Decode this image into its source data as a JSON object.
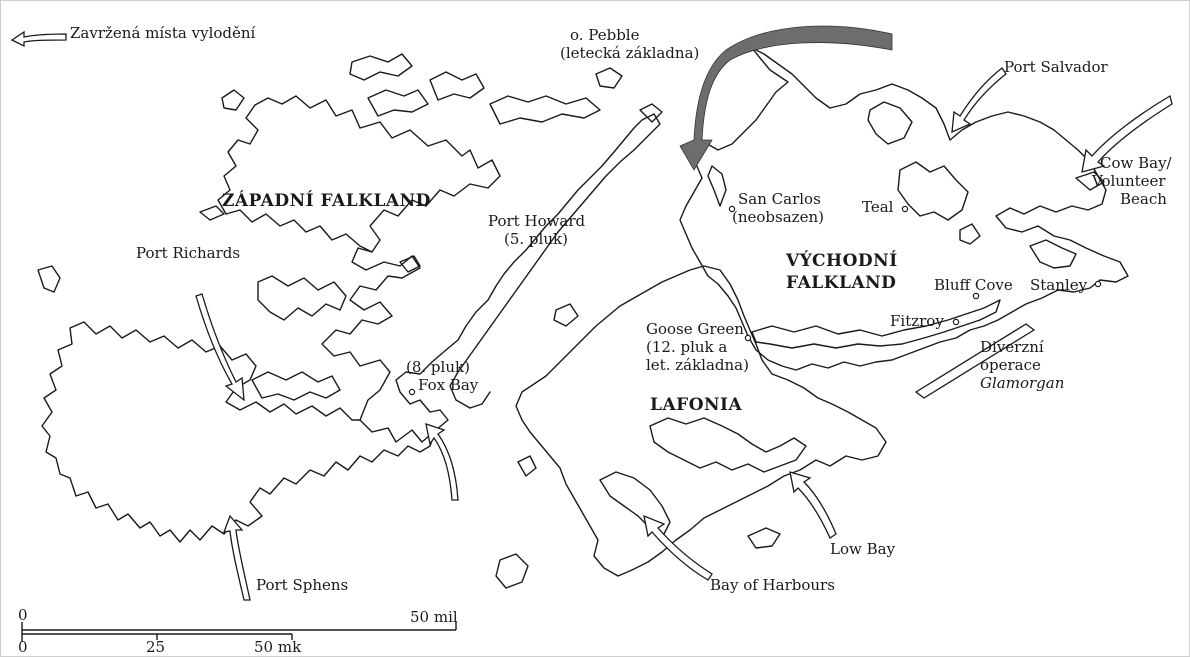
{
  "legend": {
    "rejected_landing_sites": "Zavržená místa vylodění"
  },
  "regions": {
    "west_falkland": "ZÁPADNÍ FALKLAND",
    "east_falkland_line1": "VÝCHODNÍ",
    "east_falkland_line2": "FALKLAND",
    "lafonia": "LAFONIA"
  },
  "places": {
    "pebble_line1": "o. Pebble",
    "pebble_line2": "(letecká základna)",
    "port_salvador": "Port Salvador",
    "cow_bay_line1": "Cow Bay/",
    "cow_bay_line2": "Volunteer",
    "cow_bay_line3": "Beach",
    "san_carlos_line1": "San Carlos",
    "san_carlos_line2": "(neobsazen)",
    "teal": "Teal",
    "port_howard_line1": "Port Howard",
    "port_howard_line2": "(5. pluk)",
    "port_richards": "Port Richards",
    "bluff_cove": "Bluff Cove",
    "stanley": "Stanley",
    "fitzroy": "Fitzroy",
    "goose_green_line1": "Goose Green",
    "goose_green_line2": "(12. pluk a",
    "goose_green_line3": "let. základna)",
    "fox_bay_line1": "(8. pluk)",
    "fox_bay_line2": "Fox Bay",
    "diversion_line1": "Diverzní",
    "diversion_line2": "operace",
    "diversion_line3": "Glamorgan",
    "port_sphens": "Port Sphens",
    "bay_of_harbours": "Bay of Harbours",
    "low_bay": "Low Bay"
  },
  "scale": {
    "miles_zero": "0",
    "miles_label": "50 mil",
    "km_zero": "0",
    "km_25": "25",
    "km_label": "50 mk"
  }
}
